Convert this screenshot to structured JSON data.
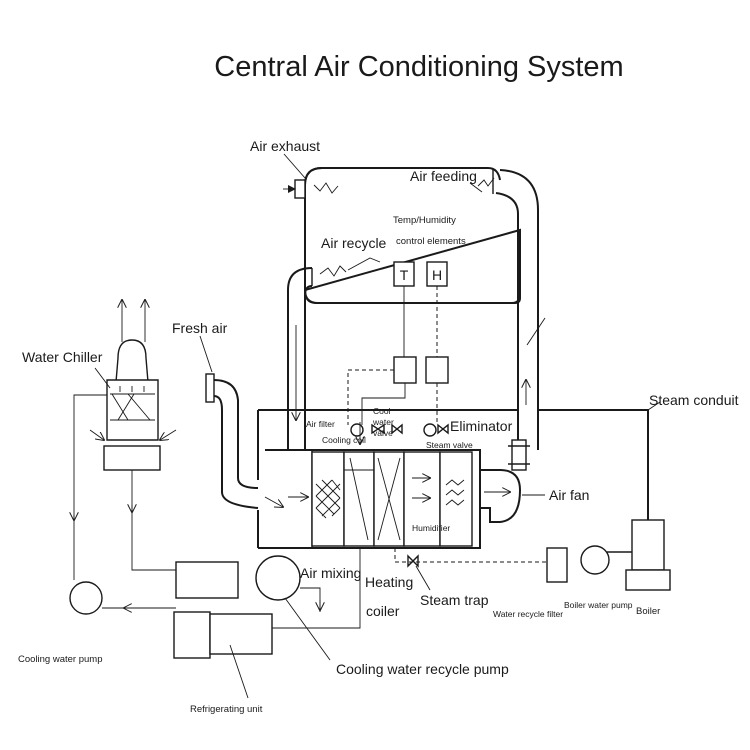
{
  "title": "Central Air Conditioning System",
  "labels": {
    "air_exhaust": "Air exhaust",
    "air_feeding": "Air feeding",
    "temp_humidity_1": "Temp/Humidity",
    "temp_humidity_2": "control elements",
    "air_recycle": "Air recycle",
    "t_symbol": "T",
    "h_symbol": "H",
    "fresh_air": "Fresh air",
    "water_chiller": "Water Chiller",
    "cool_water_valve_1": "Cool",
    "cool_water_valve_2": "water",
    "cool_water_valve_3": "valve",
    "eliminator": "Eliminator",
    "steam_conduit": "Steam conduit",
    "air_filter": "Air filter",
    "cooling_coil": "Cooling coil",
    "steam_valve": "Steam valve",
    "humidifier": "Humidifier",
    "air_fan": "Air fan",
    "air_mixing": "Air mixing",
    "heating_1": "Heating",
    "heating_2": "coiler",
    "steam_trap": "Steam trap",
    "water_recycle_filter": "Water recycle filter",
    "boiler_water_pump": "Boiler water pump",
    "boiler": "Boiler",
    "cooling_water_pump": "Cooling water pump",
    "cooling_water_recycle_pump": "Cooling water recycle pump",
    "refrigerating_unit": "Refrigerating unit"
  }
}
